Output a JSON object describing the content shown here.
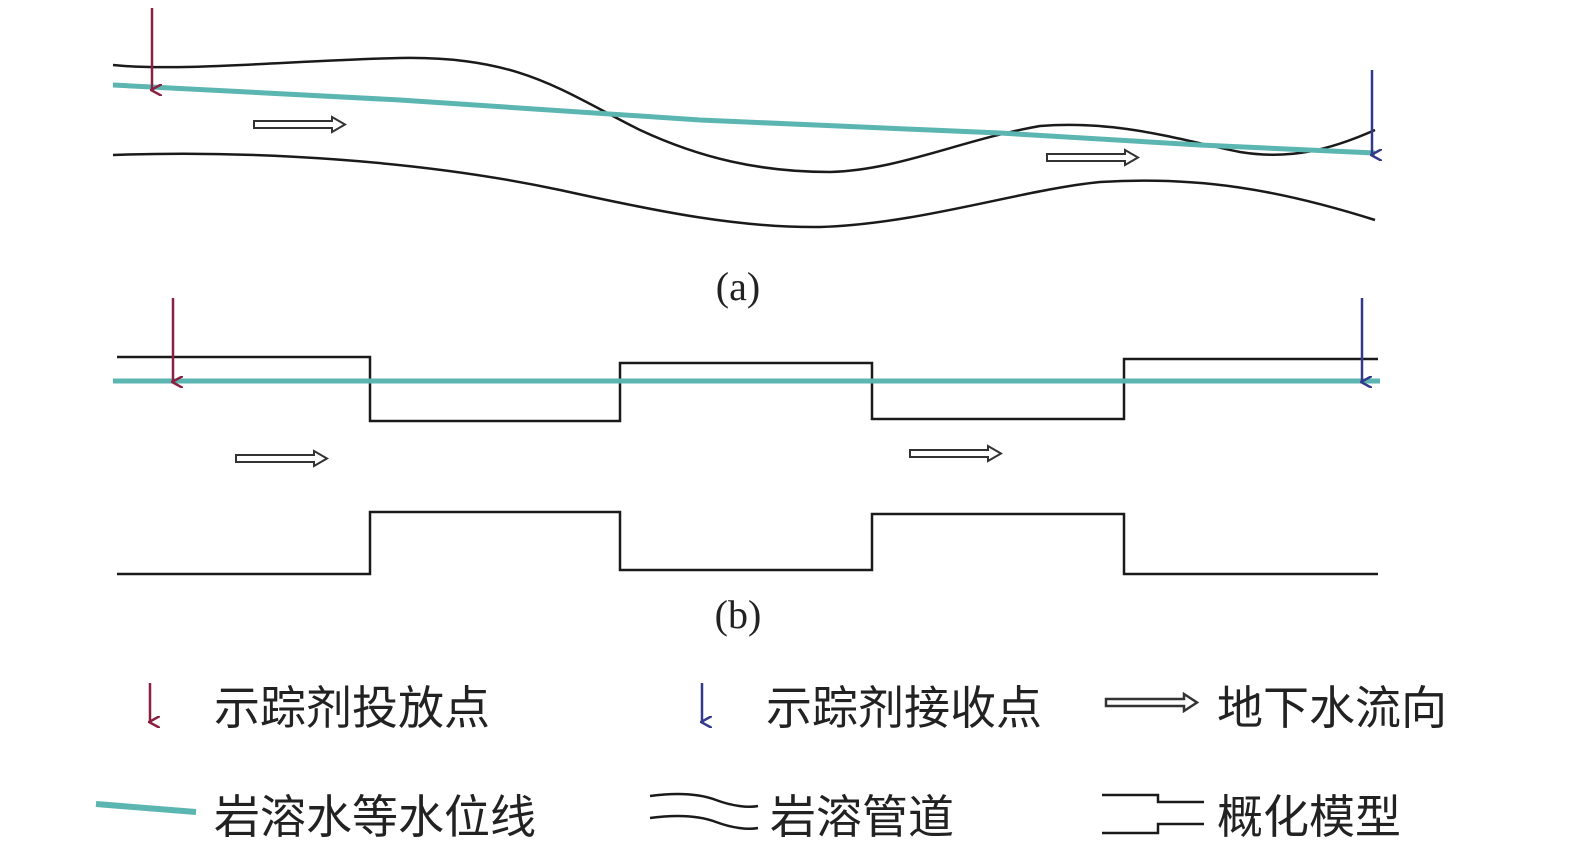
{
  "panels": {
    "a": {
      "label": "(a)"
    },
    "b": {
      "label": "(b)"
    }
  },
  "legend": {
    "injection_point": "示踪剂投放点",
    "receiving_point": "示踪剂接收点",
    "groundwater_flow": "地下水流向",
    "water_level_line": "岩溶水等水位线",
    "karst_conduit": "岩溶管道",
    "conceptual_model": "概化模型"
  },
  "colors": {
    "injection_arrow": "#8b2040",
    "receiving_arrow": "#333a8c",
    "water_level": "#5bb5b0",
    "conduit_line": "#1a1a1a",
    "model_line": "#1a1a1a"
  },
  "icons": {
    "injection": "down-arrow-icon",
    "receiving": "down-arrow-icon",
    "flow": "right-hollow-arrow-icon",
    "water_level": "teal-line-icon",
    "conduit": "double-wave-icon",
    "model": "step-line-icon"
  }
}
